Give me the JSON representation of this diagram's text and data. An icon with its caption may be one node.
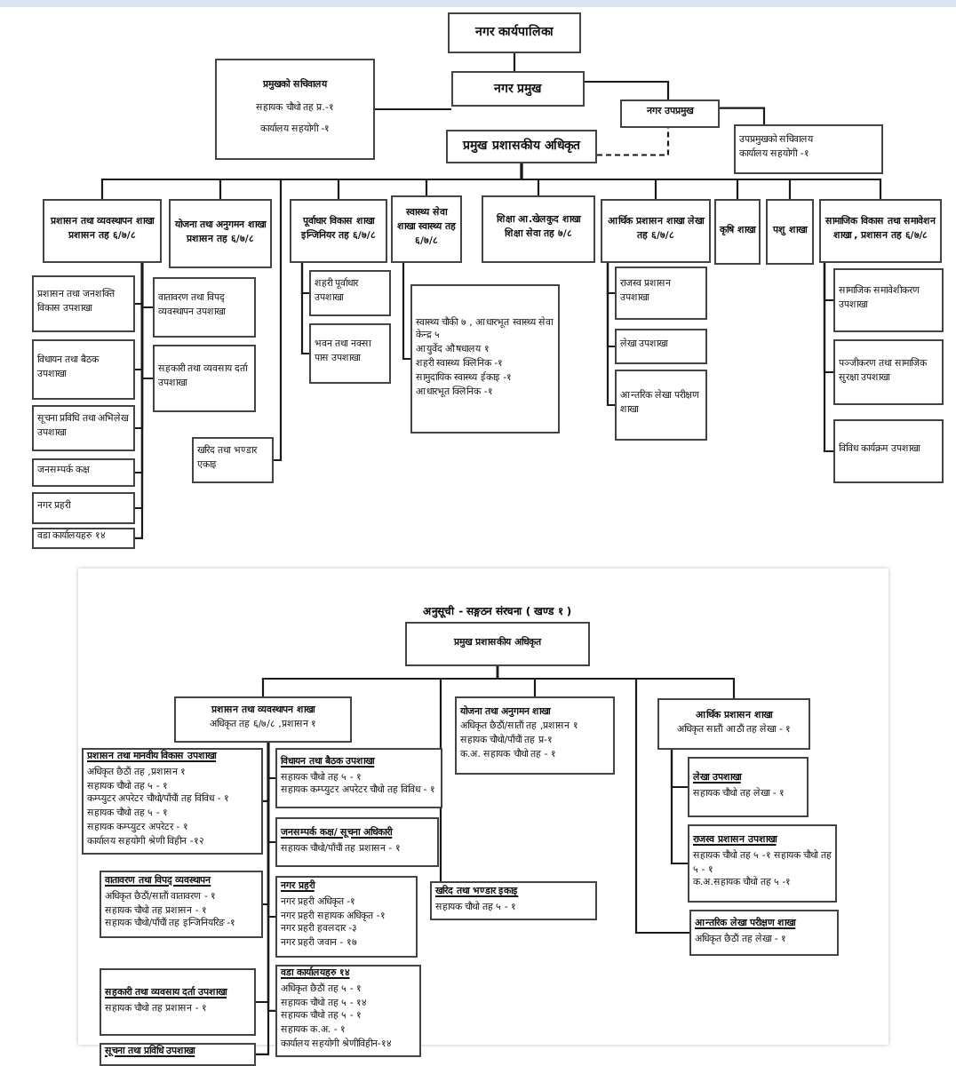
{
  "diagram": {
    "nodes": [
      {
        "text": [
          "नगर कार्यपालिका"
        ]
      },
      {
        "text": [
          "प्रमुखको सचिवालय",
          "सहायक चौथो तह प्र.-१",
          "कार्यालय सहयोगी -१"
        ]
      },
      {
        "text": [
          "नगर प्रमुख"
        ]
      },
      {
        "text": [
          "नगर उपप्रमुख"
        ]
      },
      {
        "text": [
          "प्रमुख प्रशासकीय अधिकृत"
        ]
      },
      {
        "text": [
          "उपप्रमुखको सचिवालय",
          "कार्यालय सहयोगी -१"
        ]
      },
      {
        "text": [
          "प्रशासन तथा व्यवस्थापन शाखा प्रशासन तह ६/७/८"
        ]
      },
      {
        "text": [
          "योजना तथा अनुगमन शाखा प्रशासन तह ६/७/८"
        ]
      },
      {
        "text": [
          "पूर्वाधार विकास शाखा इन्जिनियर तह ६/७/८"
        ]
      },
      {
        "text": [
          "स्वास्थ्य सेवा शाखा स्वास्थ्य तह ६/७/८"
        ]
      },
      {
        "text": [
          "शिक्षा आ.खेलकुद शाखा शिक्षा सेवा तह ७/८"
        ]
      },
      {
        "text": [
          "आर्थिक प्रशासन शाखा लेखा तह ६/७/८"
        ]
      },
      {
        "text": [
          "कृषि शाखा"
        ]
      },
      {
        "text": [
          "पशु शाखा"
        ]
      },
      {
        "text": [
          "सामाजिक विकास तथा समावेशन शाखा , प्रशासन तह ६/७/८"
        ]
      },
      {
        "text": [
          "प्रशासन तथा जनशक्ति विकास उपशाखा"
        ]
      },
      {
        "text": [
          "विधायन तथा बैठक उपशाखा"
        ]
      },
      {
        "text": [
          "सूचना प्रविधि तथा अभिलेख उपशाखा"
        ]
      },
      {
        "text": [
          "जनसम्पर्क कक्ष"
        ]
      },
      {
        "text": [
          "नगर प्रहरी"
        ]
      },
      {
        "text": [
          "वडा कार्यालयहरु १४"
        ]
      },
      {
        "text": [
          "वातावरण तथा विपद् व्यवस्थापन उपशाखा"
        ]
      },
      {
        "text": [
          "सहकारी तथा व्यवसाय दर्ता उपशाखा"
        ]
      },
      {
        "text": [
          "खरिद तथा भण्डार एकाइ"
        ]
      },
      {
        "text": [
          "शहरी पूर्वाधार उपशाखा"
        ]
      },
      {
        "text": [
          "भवन तथा नक्सा पास उपशाखा"
        ]
      },
      {
        "text": [
          "स्वास्थ्य चौकी ७ , आधारभूत स्वास्थ्य सेवा केन्द्र ५",
          "आयुर्वेद औषधालय १",
          "शहरी स्वास्थ्य क्लिनिक -१",
          "सामुदायिक स्वास्थ्य ईकाइ -१",
          "आधारभूत क्लिनिक -१"
        ]
      },
      {
        "text": [
          "राजस्व प्रशासन उपशाखा"
        ]
      },
      {
        "text": [
          "लेखा उपशाखा"
        ]
      },
      {
        "text": [
          "आन्तरिक लेखा परीक्षण शाखा"
        ]
      },
      {
        "text": [
          "सामाजिक समावेशीकरण उपशाखा"
        ]
      },
      {
        "text": [
          "पञ्जीकरण तथा सामाजिक सुरक्षा उपशाखा"
        ]
      },
      {
        "text": [
          "विविध कार्यक्रम उपशाखा"
        ]
      },
      {
        "text": [
          "प्रमुख प्रशासकीय अधिकृत"
        ]
      },
      {
        "text": [
          "प्रशासन तथा व्यवस्थापन शाखा",
          "अधिकृत तह ६/७/८ ,प्रशासन १"
        ]
      },
      {
        "text": [
          "योजना तथा अनुगमन शाखा",
          "अधिकृत छैठौं/सातौं तह ,प्रशासन १",
          "सहायक चौथो/पाँचौं तह प्र-१",
          "क.अ. सहायक चौथो तह - १"
        ]
      },
      {
        "text": [
          "आर्थिक प्रशासन शाखा",
          "अधिकृत सातौं आठौं तह लेखा - १"
        ]
      },
      {
        "text": [
          "प्रशासन तथा मानवीय विकास उपशाखा",
          "अधिकृत छैठौं तह ,प्रशासन १",
          "सहायक चौथो तह ५ - १",
          "कम्प्युटर अपरेटर चौथो/पाँचौं तह विविध - १",
          "सहायक चौथो तह ५ - १",
          "सहायक कम्प्युटर अपरेटर - १",
          "कार्यालय सहयोगी श्रेणी विहीन -१२"
        ]
      },
      {
        "text": [
          "विधायन तथा बैठक उपशाखा",
          "सहायक चौथो तह ५ - १",
          "सहायक कम्प्युटर अपरेटर चौथो तह विविध - १"
        ]
      },
      {
        "text": [
          "जनसम्पर्क कक्ष/ सूचना अधिकारी",
          "सहायक चौथो/पाँचौं तह प्रशासन - १"
        ]
      },
      {
        "text": [
          "वातावरण तथा विपद् व्यवस्थापन",
          "अधिकृत छैठौं/सातौं वातावरण - १",
          "सहायक चौथो तह प्रशासन - १",
          "सहायक चौथो/पाँचौं तह इन्जिनियरिङ -१"
        ]
      },
      {
        "text": [
          "नगर प्रहरी",
          "नगर प्रहरी अधिकृत -१",
          "नगर प्रहरी सहायक अधिकृत -१",
          "नगर प्रहरी हवलदार -३",
          "नगर प्रहरी जवान - १७"
        ]
      },
      {
        "text": [
          "खरिद तथा भण्डार इकाइ",
          "सहायक चौथो तह ५ - १"
        ]
      },
      {
        "text": [
          "सहकारी तथा व्यवसाय दर्ता उपशाखा",
          "सहायक चौथो तह प्रशासन - १"
        ]
      },
      {
        "text": [
          "वडा कार्यालयहरु १४",
          "अधिकृत छैठौं तह ५ - १",
          "सहायक चौथो तह ५ - १४",
          "सहायक चौथो तह ५ - १",
          "सहायक क.अ. - १",
          "कार्यालय सहयोगी श्रेणीविहीन-१४"
        ]
      },
      {
        "text": [
          "सूचना तथा प्रविधि उपशाखा"
        ]
      },
      {
        "text": [
          "लेखा उपशाखा",
          "सहायक चौथो तह लेखा - १"
        ]
      },
      {
        "text": [
          "राजस्व प्रशासन उपशाखा",
          "सहायक चौथो तह ५ -१ सहायक चौथो तह ५ - १",
          "क.अ.सहायक चौथो तह ५ -१"
        ]
      },
      {
        "text": [
          "आन्तरिक लेखा परीक्षण शाखा",
          "अधिकृत छैठौं तह लेखा - १"
        ]
      }
    ],
    "edges": [
      {
        "from": 0,
        "to": 2,
        "arrow": "none"
      },
      {
        "from": 2,
        "to": 1,
        "arrow": "none"
      },
      {
        "from": 2,
        "to": 3,
        "arrow": "none"
      },
      {
        "from": 3,
        "to": 5,
        "arrow": "none"
      },
      {
        "from": 4,
        "to": 3,
        "arrow": "none",
        "style": "dashed"
      },
      {
        "from": 4,
        "to": 6,
        "arrow": "none"
      },
      {
        "from": 4,
        "to": 7,
        "arrow": "none"
      },
      {
        "from": 4,
        "to": 8,
        "arrow": "none"
      },
      {
        "from": 4,
        "to": 9,
        "arrow": "none"
      },
      {
        "from": 4,
        "to": 10,
        "arrow": "none"
      },
      {
        "from": 4,
        "to": 11,
        "arrow": "none"
      },
      {
        "from": 4,
        "to": 12,
        "arrow": "none"
      },
      {
        "from": 4,
        "to": 13,
        "arrow": "none"
      },
      {
        "from": 4,
        "to": 14,
        "arrow": "none"
      },
      {
        "from": 4,
        "to": 23,
        "arrow": "none"
      },
      {
        "from": 6,
        "to": 15,
        "arrow": "none"
      },
      {
        "from": 6,
        "to": 16,
        "arrow": "none"
      },
      {
        "from": 6,
        "to": 17,
        "arrow": "none"
      },
      {
        "from": 6,
        "to": 18,
        "arrow": "none"
      },
      {
        "from": 6,
        "to": 19,
        "arrow": "none"
      },
      {
        "from": 6,
        "to": 20,
        "arrow": "none"
      },
      {
        "from": 6,
        "to": 21,
        "arrow": "none"
      },
      {
        "from": 6,
        "to": 22,
        "arrow": "none"
      },
      {
        "from": 8,
        "to": 24,
        "arrow": "none"
      },
      {
        "from": 8,
        "to": 25,
        "arrow": "none"
      },
      {
        "from": 9,
        "to": 26,
        "arrow": "none"
      },
      {
        "from": 11,
        "to": 27,
        "arrow": "none"
      },
      {
        "from": 11,
        "to": 28,
        "arrow": "none"
      },
      {
        "from": 11,
        "to": 29,
        "arrow": "none"
      },
      {
        "from": 14,
        "to": 30,
        "arrow": "none"
      },
      {
        "from": 14,
        "to": 31,
        "arrow": "none"
      },
      {
        "from": 14,
        "to": 32,
        "arrow": "none"
      },
      {
        "from": 33,
        "to": 34,
        "arrow": "none"
      },
      {
        "from": 33,
        "to": 35,
        "arrow": "none"
      },
      {
        "from": 33,
        "to": 36,
        "arrow": "none"
      },
      {
        "from": 33,
        "to": 42,
        "arrow": "none"
      },
      {
        "from": 33,
        "to": 48,
        "arrow": "none"
      },
      {
        "from": 34,
        "to": 37,
        "arrow": "none"
      },
      {
        "from": 34,
        "to": 38,
        "arrow": "none"
      },
      {
        "from": 34,
        "to": 39,
        "arrow": "none"
      },
      {
        "from": 34,
        "to": 40,
        "arrow": "none"
      },
      {
        "from": 34,
        "to": 41,
        "arrow": "none"
      },
      {
        "from": 34,
        "to": 43,
        "arrow": "none"
      },
      {
        "from": 34,
        "to": 44,
        "arrow": "none"
      },
      {
        "from": 34,
        "to": 45,
        "arrow": "none"
      },
      {
        "from": 36,
        "to": 46,
        "arrow": "none"
      },
      {
        "from": 36,
        "to": 47,
        "arrow": "none"
      }
    ],
    "labels": [
      "अनुसूची - सङ्गठन संरचना ( खण्ड १ )"
    ]
  }
}
